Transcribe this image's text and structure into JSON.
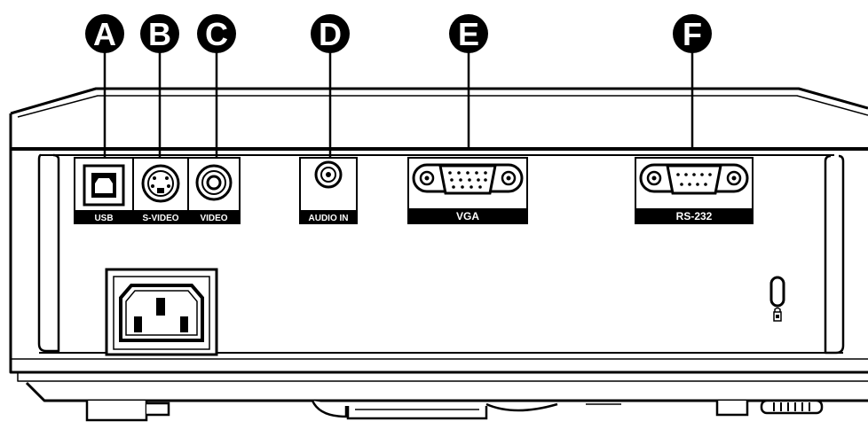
{
  "colors": {
    "ink": "#000000",
    "paper": "#ffffff",
    "panel_shade": "#f2f2f2"
  },
  "callouts": {
    "A": "A",
    "B": "B",
    "C": "C",
    "D": "D",
    "E": "E",
    "F": "F"
  },
  "ports": {
    "usb": "USB",
    "svideo": "S-VIDEO",
    "video": "VIDEO",
    "audio_in": "AUDIO IN",
    "vga": "VGA",
    "rs232": "RS-232"
  },
  "icons": {
    "power": "power-inlet-icon",
    "lock": "kensington-lock-icon"
  }
}
